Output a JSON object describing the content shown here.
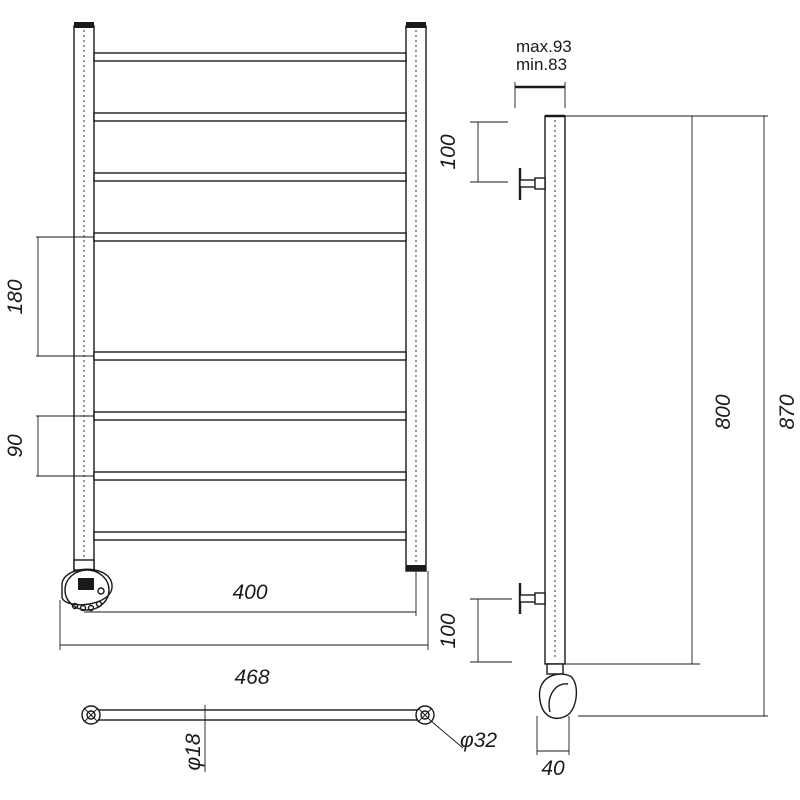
{
  "dimensions": {
    "rung_spacing": "180",
    "small_rung_spacing": "90",
    "axis_width": "400",
    "total_width": "468",
    "bracket_top": "100",
    "bracket_bottom": "100",
    "axis_height": "800",
    "total_height": "870",
    "wall_max": "max.93",
    "wall_min": "min.83",
    "depth": "40",
    "tube_diameter": "φ18",
    "upright_diameter": "φ32"
  },
  "colors": {
    "line": "#1a1a1a",
    "background": "#ffffff"
  },
  "icons": {
    "heater": "heating-element-icon",
    "bracket": "wall-bracket-icon"
  }
}
